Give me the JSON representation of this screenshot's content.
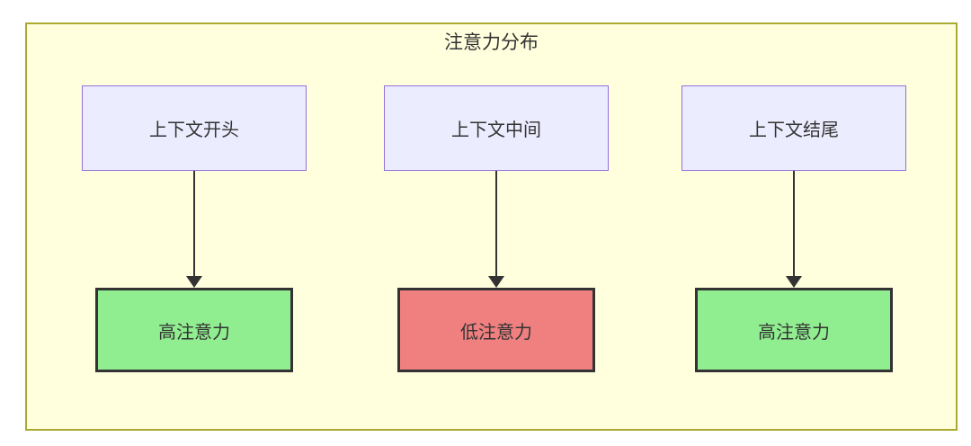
{
  "diagram": {
    "title": "注意力分布",
    "type": "flowchart-top-down",
    "colors": {
      "cluster_bg": "#ffffde",
      "cluster_border": "#aaaa33",
      "source_bg": "#ECECFF",
      "source_border": "#9370DB",
      "high_bg": "#90EE90",
      "low_bg": "#F08080",
      "result_border": "#333333",
      "arrow": "#333333",
      "text": "#333333"
    },
    "columns": [
      {
        "source": "上下文开头",
        "target": "高注意力",
        "level": "high"
      },
      {
        "source": "上下文中间",
        "target": "低注意力",
        "level": "low"
      },
      {
        "source": "上下文结尾",
        "target": "高注意力",
        "level": "high"
      }
    ]
  }
}
